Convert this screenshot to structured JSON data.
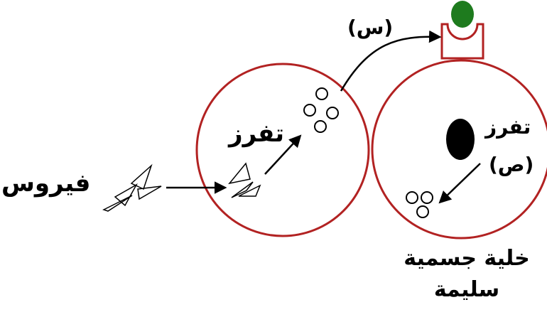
{
  "labels": {
    "virus": "فيروس",
    "secrete_left": "تفرز",
    "secrete_right": "تفرز",
    "x_label": "(س)",
    "y_label": "(ص)",
    "caption_line1": "خلية جسمية",
    "caption_line2": "سليمة"
  },
  "colors": {
    "cell_outline": "#b22222",
    "receptor": "#b22222",
    "ligand": "#1e7b1e",
    "nucleus": "#000000",
    "arrow": "#000000"
  }
}
